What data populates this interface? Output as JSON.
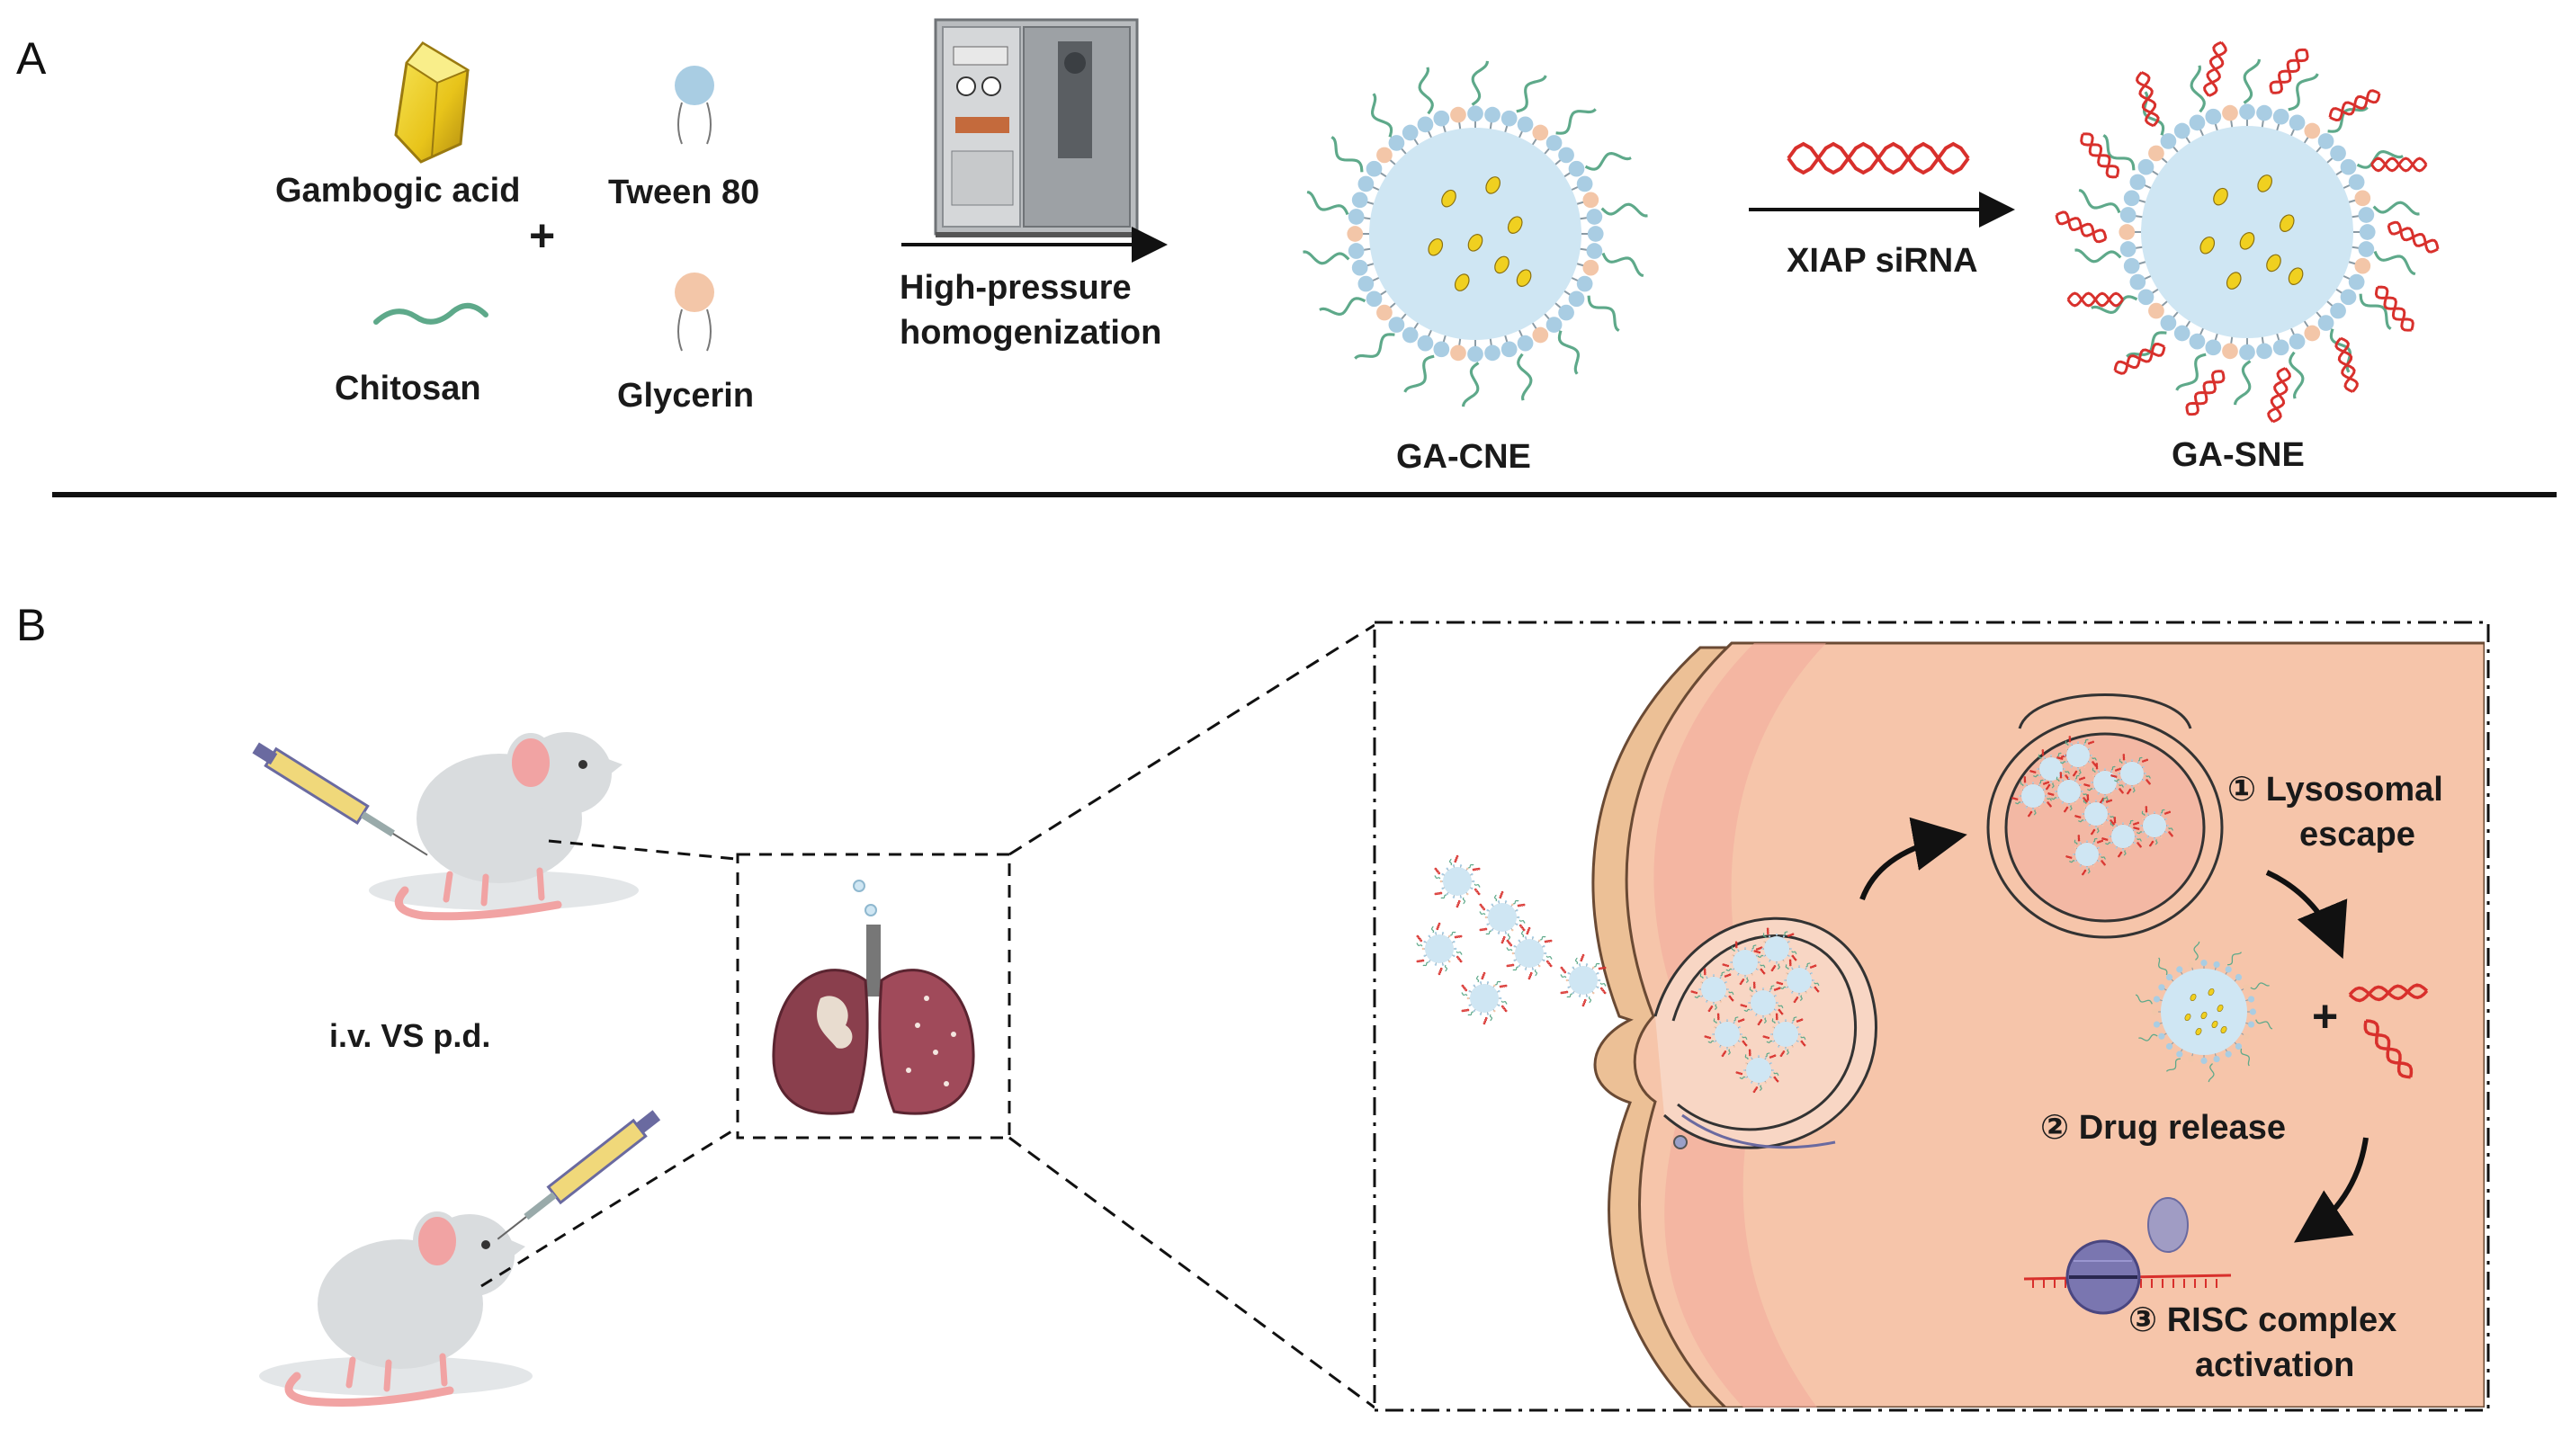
{
  "panels": {
    "a": "A",
    "b": "B"
  },
  "panel_a": {
    "gambogic_acid": "Gambogic acid",
    "tween80": "Tween 80",
    "chitosan": "Chitosan",
    "glycerin": "Glycerin",
    "plus": "+",
    "process_line1": "High-pressure",
    "process_line2": "homogenization",
    "ga_cne": "GA-CNE",
    "xiap": "XIAP siRNA",
    "ga_sne": "GA-SNE"
  },
  "panel_b": {
    "route": "i.v. VS p.d.",
    "step1_line1": "① Lysosomal",
    "step1_line2": "escape",
    "step2": "② Drug release",
    "plus": "+",
    "step3_line1": "③ RISC complex",
    "step3_line2": "activation"
  },
  "colors": {
    "droplet": "#cfe6f3",
    "tween": "#a9cde3",
    "glycerin": "#f3c6a8",
    "chitosan": "#5ea98a",
    "sirna": "#d8302c",
    "gambogic": "#f0d020",
    "cell": "#f6c5aa",
    "membrane": "#ecc096",
    "lung": "#8a3f4d",
    "mouse": "#d9dcde",
    "ear": "#f1a3a3"
  }
}
